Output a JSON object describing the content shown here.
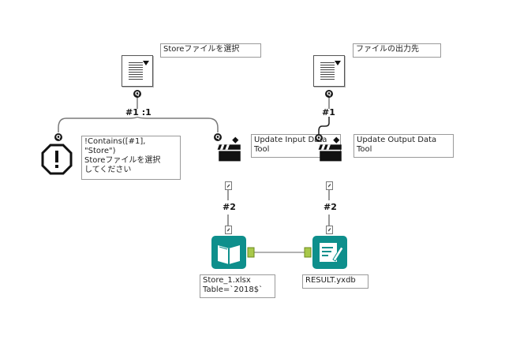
{
  "colors": {
    "wire": "#7a7a7a",
    "dark_wire": "#222222",
    "teal": "#0e8f8c",
    "anchor_green": "#a8c84a"
  },
  "annotations": {
    "input_file": "Storeファイルを選択",
    "output_file": "ファイルの出力先",
    "message": "!Contains([#1],\n\"Store\")\nStoreファイルを選択\nしてください",
    "update_input": "Update Input Data\nTool",
    "update_output": "Update Output Data\nTool",
    "input_data": "Store_1.xlsx\nTable=`2018$`",
    "output_data": "RESULT.yxdb"
  },
  "connections": {
    "c1": "#1 :1",
    "c2": "#2",
    "c3": "#1",
    "c4": "#2"
  },
  "anchors": {
    "q": "Q"
  },
  "icons": {
    "file_browse_input": "file-browse-icon",
    "file_browse_output": "file-browse-icon",
    "error_message": "error-message-icon",
    "action_input": "action-clapboard-icon",
    "action_output": "action-clapboard-icon",
    "input_data": "input-data-book-icon",
    "output_data": "output-data-pen-icon"
  }
}
